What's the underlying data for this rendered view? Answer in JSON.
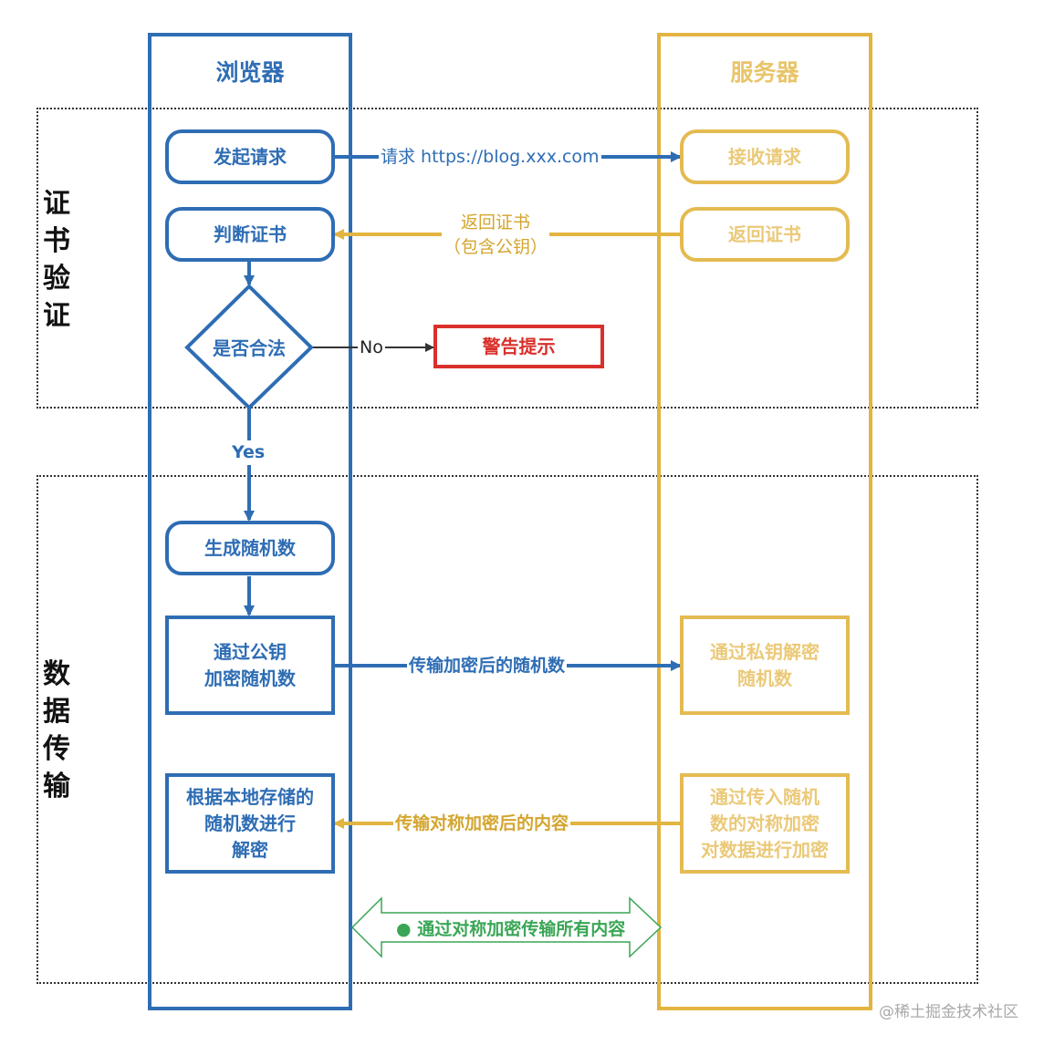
{
  "lanes": {
    "browser": {
      "title": "浏览器",
      "color": "#2e6db4"
    },
    "server": {
      "title": "服务器",
      "color": "#e2b440"
    }
  },
  "sections": {
    "cert": {
      "label": [
        "证",
        "书",
        "验",
        "证"
      ]
    },
    "data": {
      "label": [
        "数",
        "据",
        "传",
        "输"
      ]
    }
  },
  "nodes": {
    "send_request": "发起请求",
    "receive_request": "接收请求",
    "judge_cert": "判断证书",
    "return_cert": "返回证书",
    "is_valid": "是否合法",
    "warning": "警告提示",
    "gen_random": "生成随机数",
    "encrypt_pubkey": "通过公钥\n加密随机数",
    "decrypt_privkey": "通过私钥解密\n随机数",
    "decrypt_local": "根据本地存储的\n随机数进行\n解密",
    "encrypt_sym": "通过传入随机\n数的对称加密\n对数据进行加密"
  },
  "edges": {
    "request": "请求 https://blog.xxx.com",
    "return_cert": "返回证书\n（包含公钥）",
    "no": "No",
    "yes": "Yes",
    "send_encrypted_random": "传输加密后的随机数",
    "send_sym_content": "传输对称加密后的内容",
    "all_content": "通过对称加密传输所有内容"
  },
  "colors": {
    "blue": "#2e6db4",
    "gold": "#e2b440",
    "red": "#d9302b",
    "green": "#3aa655"
  },
  "watermark": "@稀土掘金技术社区"
}
